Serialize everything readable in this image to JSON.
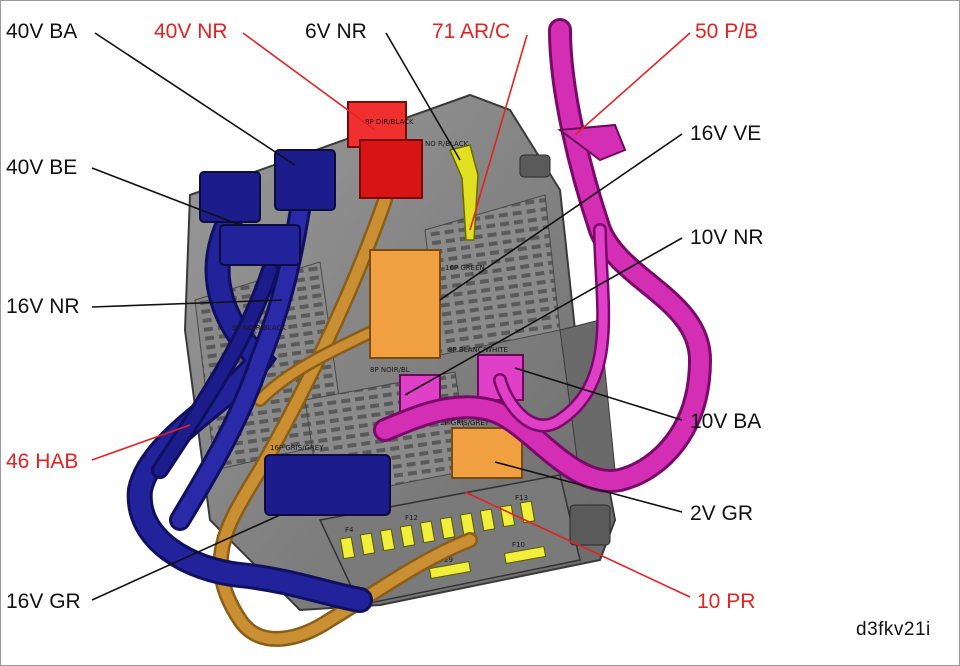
{
  "diagram": {
    "reference_code": "d3fkv21i",
    "labels": [
      {
        "id": "40v-ba",
        "text": "40V BA",
        "highlight": false
      },
      {
        "id": "40v-nr",
        "text": "40V NR",
        "highlight": true
      },
      {
        "id": "6v-nr",
        "text": "6V NR",
        "highlight": false
      },
      {
        "id": "71-ar-c",
        "text": "71 AR/C",
        "highlight": true
      },
      {
        "id": "50-p-b",
        "text": "50 P/B",
        "highlight": true
      },
      {
        "id": "40v-be",
        "text": "40V BE",
        "highlight": false
      },
      {
        "id": "16v-ve",
        "text": "16V VE",
        "highlight": false
      },
      {
        "id": "10v-nr",
        "text": "10V NR",
        "highlight": false
      },
      {
        "id": "16v-nr",
        "text": "16V NR",
        "highlight": false
      },
      {
        "id": "10v-ba",
        "text": "10V BA",
        "highlight": false
      },
      {
        "id": "46-hab",
        "text": "46 HAB",
        "highlight": true
      },
      {
        "id": "2v-gr",
        "text": "2V GR",
        "highlight": false
      },
      {
        "id": "16v-gr",
        "text": "16V GR",
        "highlight": false
      },
      {
        "id": "10-pr",
        "text": "10 PR",
        "highlight": true
      }
    ],
    "connector_markings": {
      "red": "8P DIR/BLACK",
      "yellow_top": "NO R/BLACK",
      "orange_top": "16P GREEN",
      "blue_left": "9P NOIR/BLACK",
      "magenta_left": "8P NOIR/BL",
      "magenta_right": "8P BLANC/WHITE",
      "orange_bottom": "2P GRIS/GREY",
      "blue_bottom": "16P GRIS/GREY",
      "fuse_rail_left": "F4",
      "fuse_rail_mid": "F12",
      "fuse_rail_right": "F13",
      "fuse_text_a": "F29",
      "fuse_text_b": "F10"
    },
    "colors": {
      "label_default": "#111111",
      "label_highlight": "#e32222",
      "leader_default": "#111111",
      "leader_highlight": "#e32222",
      "housing": "#7d7d7d",
      "harness_blue": "#1c1c8c",
      "harness_orange": "#c08a2e",
      "harness_magenta": "#d42fb4",
      "connector_red": "#e01a1a",
      "connector_yellow": "#e0e020",
      "connector_orange": "#f0a040",
      "connector_magenta": "#e040c8",
      "fuse_yellow": "#f2ef3a"
    }
  }
}
